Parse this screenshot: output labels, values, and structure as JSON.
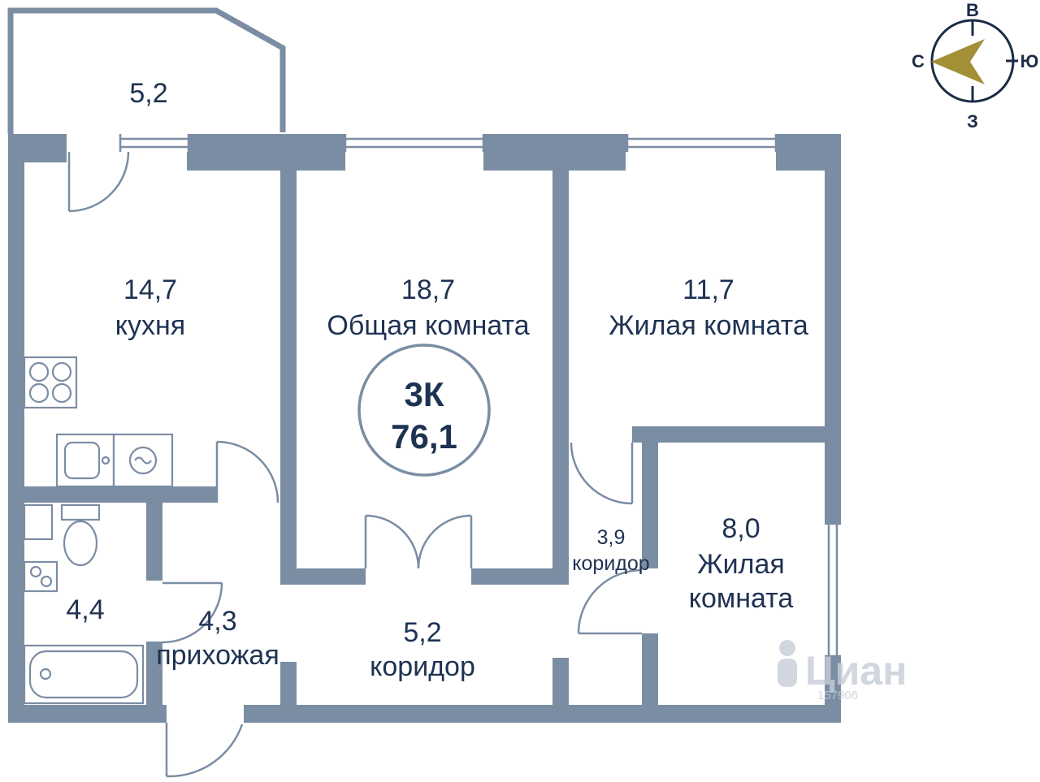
{
  "plan": {
    "badge": {
      "rooms_label": "3К",
      "total_area": "76,1"
    },
    "rooms": {
      "balcony": {
        "area": "5,2"
      },
      "kitchen": {
        "area": "14,7",
        "name": "кухня"
      },
      "common_room": {
        "area": "18,7",
        "name": "Общая комната"
      },
      "living_room_1": {
        "area": "11,7",
        "name": "Жилая комната"
      },
      "corridor_small": {
        "area": "3,9",
        "name": "коридор"
      },
      "living_room_2": {
        "area": "8,0",
        "name_line1": "Жилая",
        "name_line2": "комната"
      },
      "bathroom": {
        "area": "4,4"
      },
      "hallway": {
        "area": "4,3",
        "name": "прихожая"
      },
      "corridor": {
        "area": "5,2",
        "name": "коридор"
      }
    },
    "compass": {
      "top": "В",
      "right": "Ю",
      "bottom": "З",
      "left": "С"
    },
    "watermark": {
      "brand": "Циан",
      "id": "157906"
    },
    "colors": {
      "wall": "#7b8da3",
      "text": "#1e3252",
      "compass": "#1b2c47",
      "arrow": "#a39036",
      "watermark": "#c6cdd8"
    }
  }
}
